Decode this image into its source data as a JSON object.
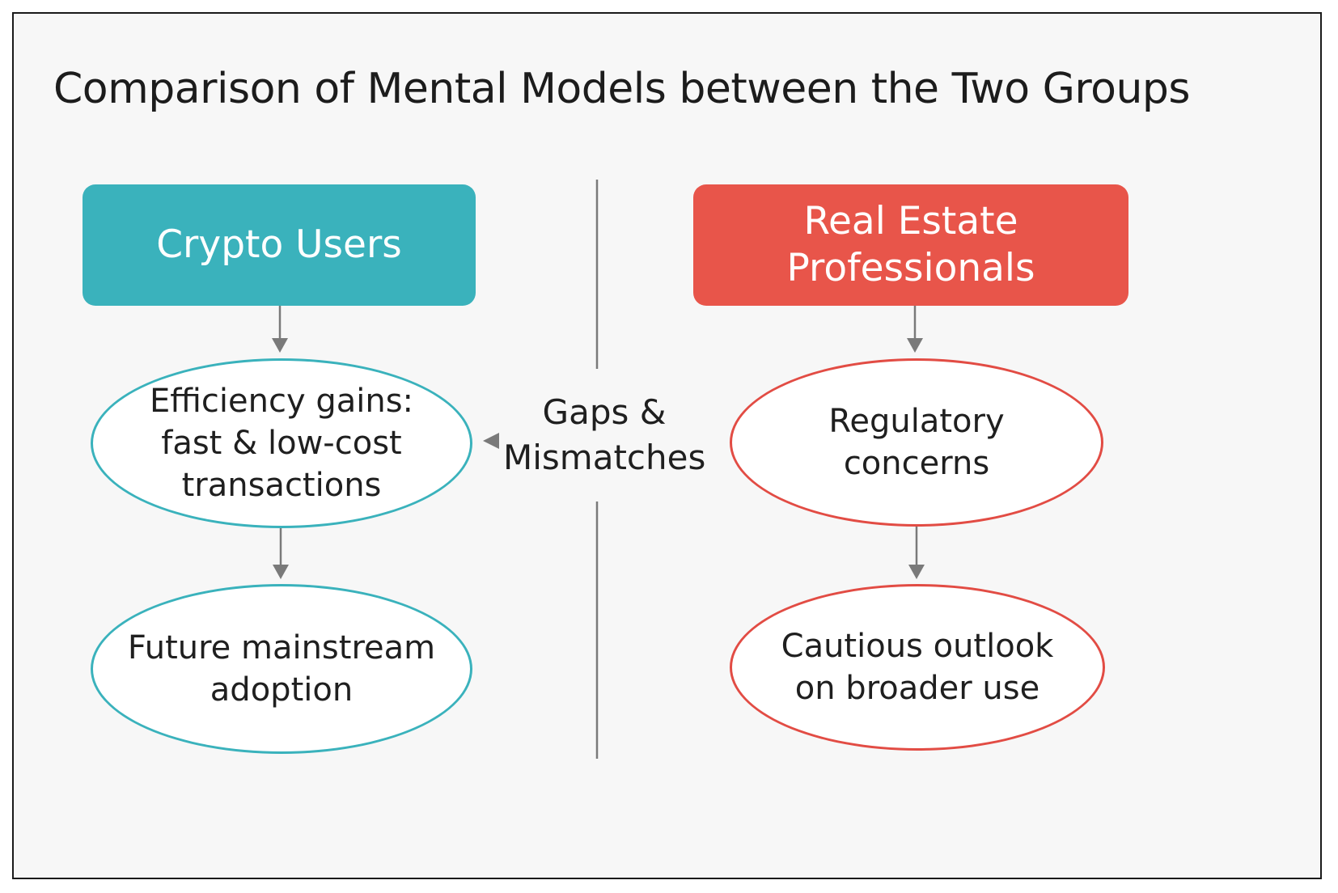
{
  "title": "Comparison of Mental Models between the Two Groups",
  "groups": {
    "left": {
      "header": "Crypto Users",
      "nodes": [
        [
          "Efficiency gains:",
          "fast & low-cost",
          "transactions"
        ],
        [
          "Future mainstream",
          "adoption"
        ]
      ]
    },
    "right": {
      "header": [
        "Real Estate",
        "Professionals"
      ],
      "nodes": [
        [
          "Regulatory",
          "concerns"
        ],
        [
          "Cautious outlook",
          "on broader use"
        ]
      ]
    }
  },
  "center": {
    "label": [
      "Gaps &",
      "Mismatches"
    ]
  },
  "colors": {
    "teal": "#3ab2bc",
    "red": "#e8554a",
    "connector": "#7a7a7a"
  }
}
